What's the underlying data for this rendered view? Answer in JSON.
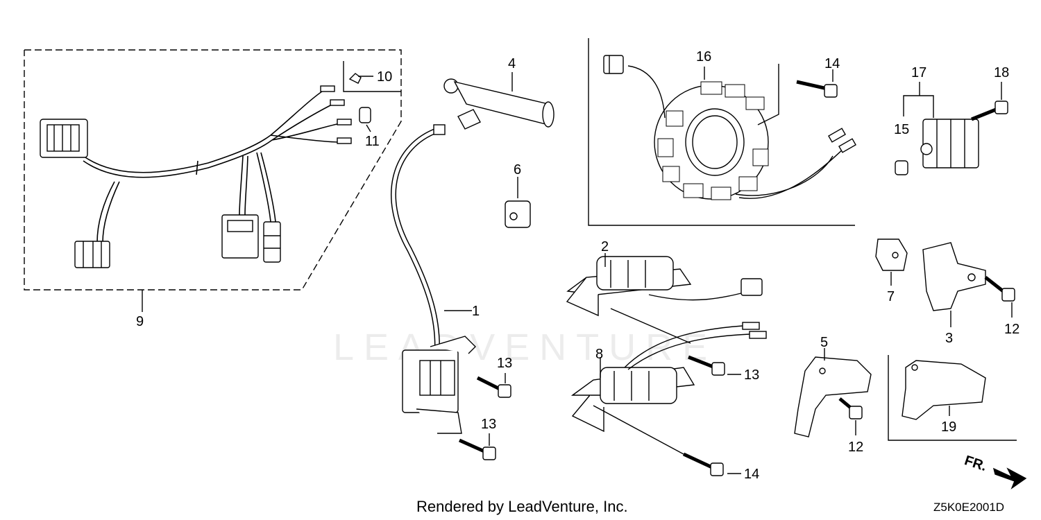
{
  "watermark": {
    "text": "LEADVENTURE"
  },
  "callouts": [
    {
      "id": "c1",
      "label": "1"
    },
    {
      "id": "c2",
      "label": "2"
    },
    {
      "id": "c3",
      "label": "3"
    },
    {
      "id": "c4",
      "label": "4"
    },
    {
      "id": "c5",
      "label": "5"
    },
    {
      "id": "c6",
      "label": "6"
    },
    {
      "id": "c7",
      "label": "7"
    },
    {
      "id": "c8",
      "label": "8"
    },
    {
      "id": "c9",
      "label": "9"
    },
    {
      "id": "c10",
      "label": "10"
    },
    {
      "id": "c11",
      "label": "11"
    },
    {
      "id": "c12a",
      "label": "12"
    },
    {
      "id": "c12b",
      "label": "12"
    },
    {
      "id": "c13a",
      "label": "13"
    },
    {
      "id": "c13b",
      "label": "13"
    },
    {
      "id": "c13c",
      "label": "13"
    },
    {
      "id": "c14a",
      "label": "14"
    },
    {
      "id": "c14b",
      "label": "14"
    },
    {
      "id": "c15",
      "label": "15"
    },
    {
      "id": "c16",
      "label": "16"
    },
    {
      "id": "c17",
      "label": "17"
    },
    {
      "id": "c18",
      "label": "18"
    },
    {
      "id": "c19",
      "label": "19"
    }
  ],
  "direction_marker": {
    "label": "FR."
  },
  "footer": {
    "credit": "Rendered by LeadVenture, Inc.",
    "diagram_code": "Z5K0E2001D"
  }
}
